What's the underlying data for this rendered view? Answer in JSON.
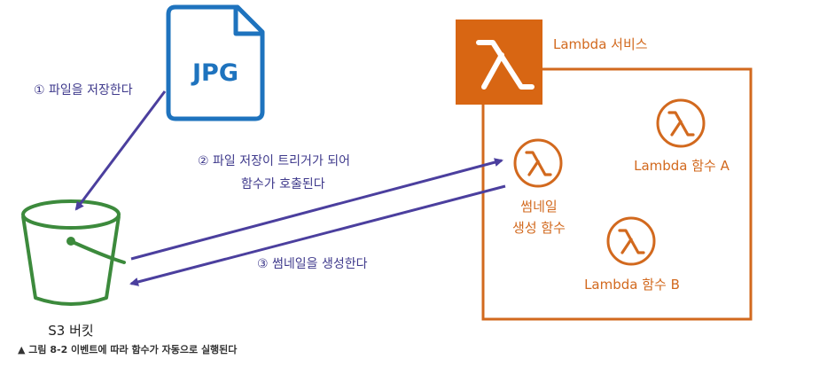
{
  "colors": {
    "arrow": "#4b3f9e",
    "step_text": "#3f3a8c",
    "lambda_orange": "#d2691e",
    "lambda_tile": "#d86613",
    "bucket_green": "#3c8a3c",
    "file_blue": "#1e73be"
  },
  "icons": {
    "file": "jpg-file-icon",
    "bucket": "s3-bucket-icon",
    "lambda_service": "lambda-service-icon",
    "lambda_function": "lambda-function-icon"
  },
  "file": {
    "label": "JPG"
  },
  "bucket": {
    "label": "S3 버킷"
  },
  "lambda_service": {
    "label": "Lambda 서비스"
  },
  "functions": {
    "thumbnail": {
      "line1": "썸네일",
      "line2": "생성 함수"
    },
    "a": {
      "label": "Lambda 함수 A"
    },
    "b": {
      "label": "Lambda 함수 B"
    }
  },
  "steps": {
    "step1": "① 파일을 저장한다",
    "step2_line1": "② 파일 저장이 트리거가 되어",
    "step2_line2": "함수가 호출된다",
    "step3": "③ 썸네일을 생성한다"
  },
  "caption": "▲ 그림 8-2 이벤트에 따라 함수가 자동으로 실행된다"
}
